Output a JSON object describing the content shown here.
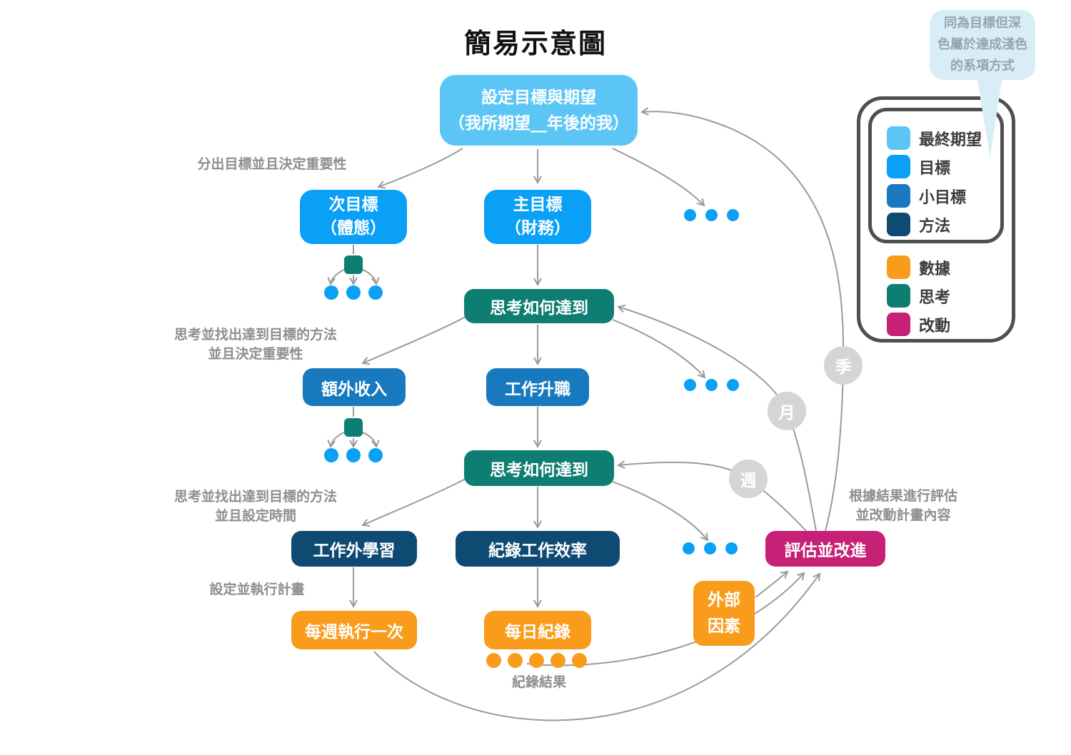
{
  "title": "簡易示意圖",
  "bubble": {
    "line1": "同為目標但深",
    "line2": "色屬於達成淺色",
    "line3": "的系項方式"
  },
  "legend": {
    "goal_items": [
      {
        "label": "最終期望",
        "color": "#5BC6F5"
      },
      {
        "label": "目標",
        "color": "#09A0F6"
      },
      {
        "label": "小目標",
        "color": "#1879BE"
      },
      {
        "label": "方法",
        "color": "#0F4A73"
      }
    ],
    "extra_items": [
      {
        "label": "數據",
        "color": "#F99C1B"
      },
      {
        "label": "思考",
        "color": "#0E7D72"
      },
      {
        "label": "改動",
        "color": "#C72077"
      }
    ]
  },
  "nodes": {
    "set_goal": {
      "line1": "設定目標與期望",
      "line2": "（我所期望__年後的我）"
    },
    "sub_goal": {
      "line1": "次目標",
      "line2": "（體態）"
    },
    "main_goal": {
      "line1": "主目標",
      "line2": "（財務）"
    },
    "think1": {
      "label": "思考如何達到"
    },
    "extra_income": {
      "label": "額外收入"
    },
    "promotion": {
      "label": "工作升職"
    },
    "think2": {
      "label": "思考如何達到"
    },
    "study": {
      "label": "工作外學習"
    },
    "record_eff": {
      "label": "紀錄工作效率"
    },
    "evaluate": {
      "label": "評估並改進"
    },
    "weekly": {
      "label": "每週執行一次"
    },
    "daily": {
      "label": "每日紀錄"
    },
    "external": {
      "line1": "外部",
      "line2": "因素"
    }
  },
  "cycles": {
    "week": "週",
    "month": "月",
    "quarter": "季"
  },
  "annotations": {
    "split_goals": "分出目標並且決定重要性",
    "find_method1_l1": "思考並找出達到目標的方法",
    "find_method1_l2": "並且決定重要性",
    "find_method2_l1": "思考並找出達到目標的方法",
    "find_method2_l2": "並且設定時間",
    "set_execute": "設定並執行計畫",
    "record_result": "紀錄結果",
    "evaluate_note_l1": "根據結果進行評估",
    "evaluate_note_l2": "並改動計畫內容"
  },
  "colors": {
    "final_wish": "#5BC6F5",
    "goal": "#09A0F6",
    "small_goal": "#1879BE",
    "method": "#0F4A73",
    "data": "#F99C1B",
    "think": "#0E7D72",
    "change": "#C72077",
    "cycle_circle": "#D5D5D5",
    "arrow": "#9A9A9A",
    "note_text": "#8E8E8E",
    "bubble_bg": "#D9EDF7",
    "sketch_border": "#4F4F4F"
  }
}
